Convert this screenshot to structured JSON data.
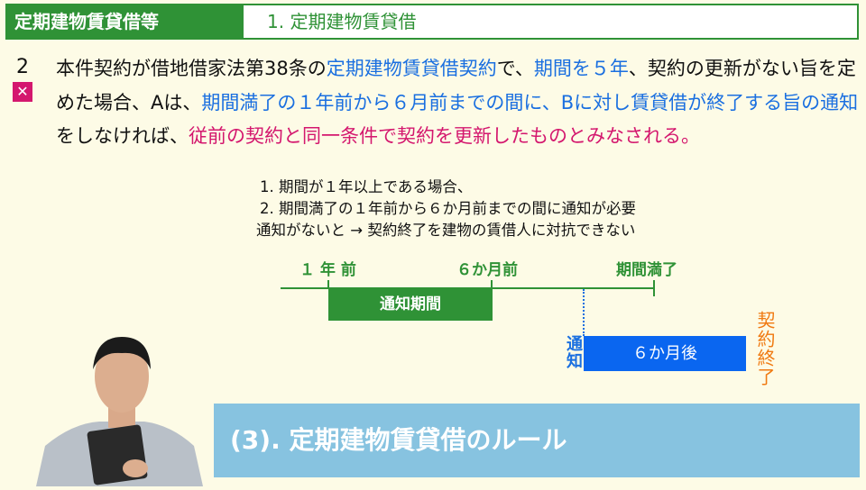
{
  "header": {
    "section": "定期建物賃貸借等",
    "subtitle": "1. 定期建物賃貸借"
  },
  "question": {
    "number": "2",
    "verdict": "✕",
    "segments": [
      {
        "t": "本件契約が借地借家法第38条の",
        "c": "k"
      },
      {
        "t": "定期建物賃貸借契約",
        "c": "b"
      },
      {
        "t": "で、",
        "c": "k"
      },
      {
        "t": "期間を５年",
        "c": "b"
      },
      {
        "t": "、契約の更新がない旨を定めた場合、Aは、",
        "c": "k"
      },
      {
        "t": "期間満了の１年前から６月前までの間に、Bに対し賃貸借が終了する旨の通知",
        "c": "b"
      },
      {
        "t": "をしなければ、",
        "c": "k"
      },
      {
        "t": "従前の契約と同一条件で契約を更新したものとみなされる。",
        "c": "r"
      }
    ]
  },
  "notes": [
    "1. 期間が１年以上である場合、",
    "2. 期間満了の１年前から６か月前までの間に通知が必要",
    "通知がないと → 契約終了を建物の賃借人に対抗できない"
  ],
  "timeline": {
    "labels": [
      "１ 年 前",
      "６か月前",
      "期間満了"
    ],
    "notice_period": "通知期間",
    "notice": "通知",
    "six_months_after": "６か月後",
    "contract_end": "契約終了"
  },
  "banner": "(3). 定期建物賃貸借のルール"
}
